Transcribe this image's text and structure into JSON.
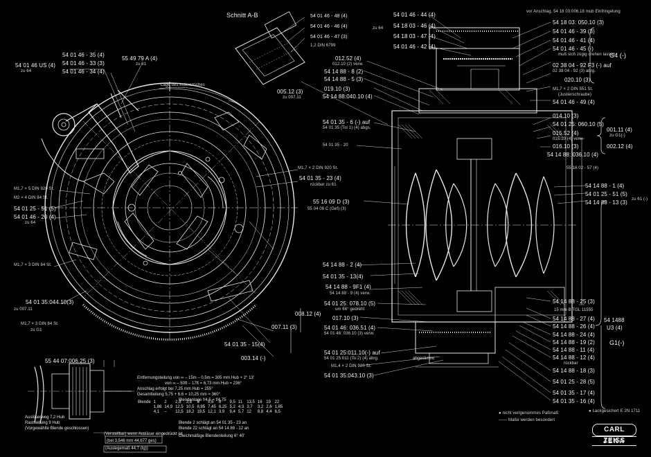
{
  "section_title": "Schnitt A-B",
  "logo": {
    "brand": "CARL ZEISS",
    "city": "JENA"
  },
  "labels_left": {
    "a1": "54 01 46 - 35 (4)",
    "a2": "54 01 46 - 33 (3)",
    "a3": "54 01 46 - 34 (4)",
    "a_left": "54 01 46 US (4)",
    "a_left_sub": "zu 64",
    "a4": "55 49 79 A (4)",
    "a4_sub": "zu 61",
    "m1": "M1,7 × 5 DIN 920 St.",
    "m2": "M2 × 4 DIN 84 St.",
    "b1": "54 01 25 - 51 (5)",
    "b2": "54 01 46 - 20 (4)",
    "b2_sub": "zu 64",
    "m3": "M1,7 × 3 DIN 84 St.",
    "c1": "54 01 35:044.10(3)",
    "c1_sub": "zu 007.11",
    "m4": "M1,7 × 3 DIN 84 St.",
    "m4_sub": "zu G1",
    "d1": "55 44 07:006.25 (3)",
    "e1": "54 01 35 - 15(4)",
    "e2": "007.11 (3)",
    "e3": "003.14 (-)",
    "e4": "008.12 (4)",
    "f1": "M1,7 × 2 DIN 920 St.",
    "f2": "54 01 35 - 23 (4)",
    "f2_sub": "rückbar zu 61",
    "g1": "55 16 09 D (3)",
    "g1_sub": "55 04 06 C (Gef) (3)",
    "h1": "Lage des Indexstriches"
  },
  "labels_top": {
    "t1": "54 01 46 - 48 (4)",
    "t2": "54 01 46 - 46 (4)",
    "t3": "54 01 46 - 47 (3)",
    "t3_sub": "1,2 DIN 6799",
    "t_zu": "zu 64"
  },
  "labels_center": {
    "c1": "012.52 (4)",
    "c1_sub": "012.10 (2) verw.",
    "c2": "54 14 88 - 8 (2)",
    "c3": "54 14 88 - 5 (3)",
    "c4": "005.12 (3)",
    "c4_sub": "zu 007.11",
    "c5": "019.10 (3)",
    "c6": "54 14 88:040.10 (4)",
    "c7": "54 01 35 - 6 (-) auf",
    "c7_sub": "54 01 35 (Tol 1) (4) abgs.",
    "c8": "54 01 35 - 20",
    "c9": "54 14 88 - 2 (4)",
    "c10": "54 01 35 - 13(4)",
    "c11": "54 14 88 - 9F1 (4)",
    "c11_sub": "54 14 88 - 9 (4) verw.",
    "c12": "54 01 25: 078.10 (5)",
    "c12_sub": "um 66° gedreht",
    "c13": "017.10 (3)",
    "c14": "54 01 46: 036.51 (4)",
    "c14_sub": "54 01 46: 036.10 (3) verw.",
    "c15": "54 01 25:011.10(-) auf",
    "c15_sub": "54 01 25:011 (To 2) (4) abrg.",
    "c16": "M1,4 × 2 DIN 920 St.",
    "c17": "54 01 35:043.10 (3)"
  },
  "labels_right": {
    "r1": "54 01 46 - 44 (4)",
    "r2": "54 18 03 - 46 (4)",
    "r3": "54 18 03 - 47 (4)",
    "r4": "54 01 46 - 42 (4)",
    "r_note": "vor Anschlag, 54 18 03:006.18 mub Einfringelung",
    "r5": "54 18 03: 050.10 (3)",
    "r6": "54 01 46 - 39 (3)",
    "r7": "54 01 46 - 41 (4)",
    "r8": "54 01 46 - 45 (-)",
    "r8_sub": "muß sich zügig drehen lassen",
    "r9": "02 38 04 - 92 F3 (-) auf",
    "r9_sub": "02 38 04 - 92 (3) abrg.",
    "r10": "020.10 (3)",
    "r11": "M1,7 × 2 DIN 551 St.",
    "r11_sub": "(Justierschraube)",
    "r12": "54 01 46 - 49 (4)",
    "g4": "G4 (-)",
    "r13": "014.10 (3)",
    "r14": "54 01 25: 060.10 (5)",
    "r15": "015.52 (4)",
    "r15_sub": "015.10 (4) verw.",
    "r16": "016.10 (3)",
    "r17": "54 14 88: 036.10 (4)",
    "r18": "001.11 (4)",
    "r18_sub": "zu G1(-)",
    "r19": "002.12 (4)",
    "r20": "55 16 02 - 57 (4)",
    "r21": "54 14 88 - 1 (4)",
    "r22": "54 01 25 - 51 (5)",
    "r23": "54 14 88 - 13 (3)",
    "r23_sub": "zu 61 (-)",
    "r24": "54 14 88 - 25 (3)",
    "r24_sub": "15 mm B TGL 11555",
    "r25": "54 14 88 - 27 (4)",
    "r26": "54 14 88 - 26 (4)",
    "r27": "54 14 88 - 24 (4)",
    "r28": "54 14 88 - 19 (2)",
    "r29": "54 14 88 - 11 (4)",
    "r30": "54 14 88 - 12 (4)",
    "r30_sub": "rückbar",
    "r31": "54 14 88 - 18 (3)",
    "r32": "54 01 25 - 28 (5)",
    "r33": "54 01 35 - 17 (4)",
    "r34": "54 01 35 - 16 (4)",
    "r35": "54 1488",
    "r35_sub": "U3 (4)",
    "g1": "G1(-)",
    "legend1": "● nicht verlgenommes Paßmaß",
    "legend2": "—— Maße werden besondert",
    "legend3": "● Lackgesichert  E 2N 1711"
  },
  "notes": {
    "n1": "Entfernungsteilung von ∞ – 15m – 0,5m = 305 mm Hub + 2° 13'",
    "n2": "von ∞ – 50ft – 17ft = 6,73 mm Hub = 236°",
    "n3": "Anschlag erfolgt bei 7,25 mm Hub = 255°",
    "n4": "Gesamtteilung 5,75 + 6,6 = 10,25 mm = 360°",
    "n5": "Blendenlage  f/4,5 = f/4,75",
    "n6": "Blende 2  schlägt an 54 01 35 - 23 an",
    "n7": "Blende 22  schlägt an 54 14 88 - 12 an",
    "n8": "Gleichmäßige Blendenteilung 6° 40'",
    "n9": "(bei 3,546 mm  44,677 ges)",
    "n10": "(Auslegemaß 44,7 (Ig))",
    "n11": "(Verstellbar) wenn Ausläser eingedrückt ist",
    "n12": "Auslöserweg  7,2 Hub",
    "n13": "Rastslellung 9 Hub",
    "n14": "(Vorgewählte Blende geschlossen)",
    "n15": "abgestimmt"
  },
  "blenden_table": {
    "header": [
      "Blende",
      "1",
      "2",
      "2,8",
      "3,8",
      "5",
      "5,6",
      "8",
      "9,5",
      "11",
      "13,5",
      "16",
      "19",
      "22"
    ],
    "row1": [
      "",
      "1,88",
      "14,9",
      "12,5",
      "10,5",
      "8,85",
      "7,45",
      "6,25",
      "5,2",
      "4,3",
      "3,7",
      "3,2",
      "2,6",
      "1,85"
    ],
    "row2": [
      "",
      "4,1",
      "–",
      "12,5",
      "18,2",
      "19,5",
      "12,1",
      "3,9",
      "9,4",
      "5,7",
      "12",
      "8,8",
      "4,4",
      "6,5"
    ]
  }
}
